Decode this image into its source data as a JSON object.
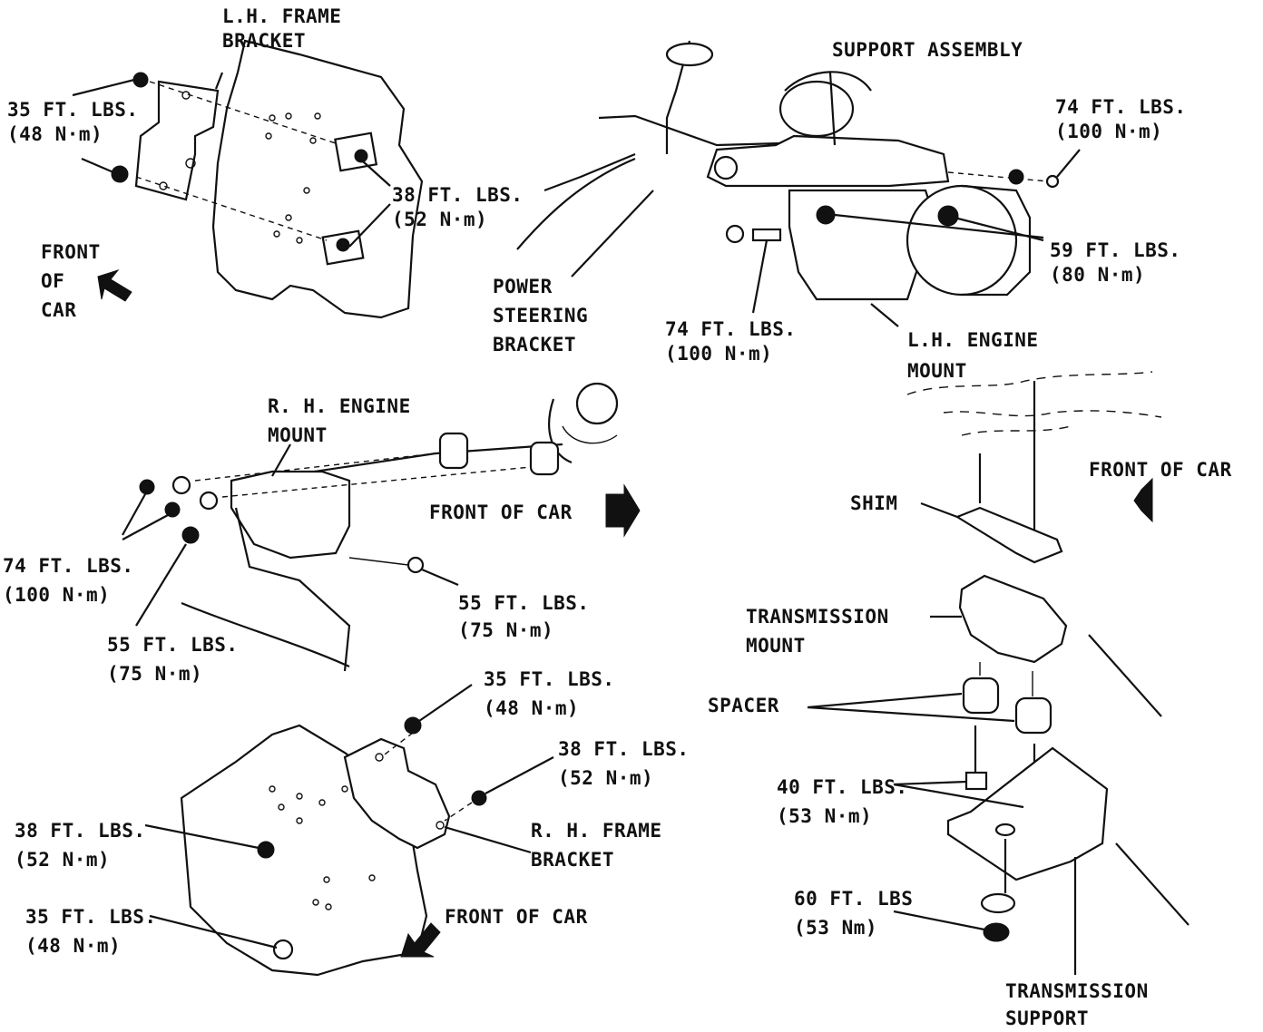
{
  "labels": {
    "lh_frame_bracket": [
      "L.H. FRAME",
      "BRACKET"
    ],
    "tl_35": [
      "35 FT. LBS.",
      "(48 N·m)"
    ],
    "tl_38": [
      "38 FT. LBS.",
      "(52 N·m)"
    ],
    "tl_front": [
      "FRONT",
      "OF",
      "CAR"
    ],
    "support_assembly": "SUPPORT ASSEMBLY",
    "tr_74_top": [
      "74 FT. LBS.",
      "(100 N·m)"
    ],
    "tr_59": [
      "59 FT. LBS.",
      "(80 N·m)"
    ],
    "power_steering": [
      "POWER",
      "STEERING",
      "BRACKET"
    ],
    "tr_74_bottom": [
      "74 FT. LBS.",
      "(100 N·m)"
    ],
    "lh_engine_mount": [
      "L.H. ENGINE",
      "MOUNT"
    ],
    "rh_engine_mount": [
      "R. H. ENGINE",
      "MOUNT"
    ],
    "mid_front": "FRONT OF CAR",
    "mid_74": [
      "74 FT. LBS.",
      "(100 N·m)"
    ],
    "mid_55_right": [
      "55 FT. LBS.",
      "(75 N·m)"
    ],
    "mid_55_left": [
      "55 FT. LBS.",
      "(75 N·m)"
    ],
    "right_front": "FRONT OF CAR",
    "shim": "SHIM",
    "transmission_mount": [
      "TRANSMISSION",
      "MOUNT"
    ],
    "spacer": "SPACER",
    "tr_40": [
      "40 FT. LBS.",
      "(53 N·m)"
    ],
    "tr_60": [
      "60 FT. LBS",
      "(53 Nm)"
    ],
    "transmission_support": [
      "TRANSMISSION",
      "SUPPORT"
    ],
    "bl_35_top": [
      "35 FT. LBS.",
      "(48 N·m)"
    ],
    "bl_38_right": [
      "38 FT. LBS.",
      "(52 N·m)"
    ],
    "rh_frame_bracket": [
      "R. H. FRAME",
      "BRACKET"
    ],
    "bl_38_left": [
      "38 FT. LBS.",
      "(52 N·m)"
    ],
    "bl_35_left": [
      "35 FT. LBS.",
      "(48 N·m)"
    ],
    "bl_front": "FRONT OF CAR"
  }
}
